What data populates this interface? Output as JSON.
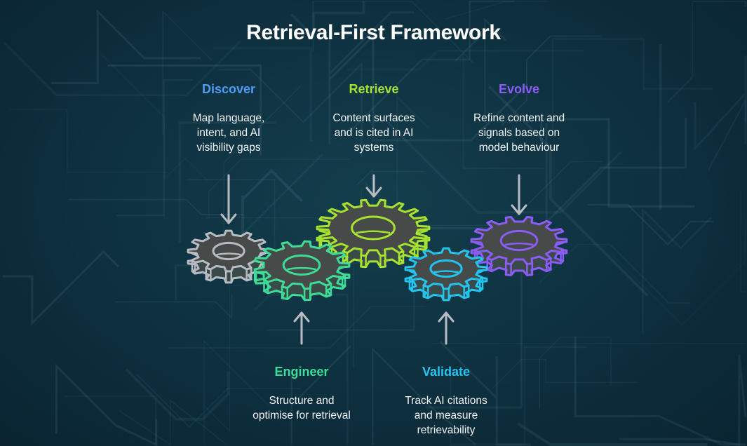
{
  "title": "Retrieval-First Framework",
  "steps": [
    {
      "name": "Discover",
      "desc": [
        "Map language,",
        "intent, and AI",
        "visibility gaps"
      ],
      "color": "#4f9cf5",
      "gear": "#b7bbc2"
    },
    {
      "name": "Engineer",
      "desc": [
        "Structure and",
        "optimise for retrieval"
      ],
      "color": "#3ddc97",
      "gear": "#3ddc97"
    },
    {
      "name": "Retrieve",
      "desc": [
        "Content surfaces",
        "and is cited in AI",
        "systems"
      ],
      "color": "#a6e22e",
      "gear": "#a6e22e"
    },
    {
      "name": "Validate",
      "desc": [
        "Track AI citations",
        "and measure",
        "retrievability"
      ],
      "color": "#22c4f0",
      "gear": "#22c4f0"
    },
    {
      "name": "Evolve",
      "desc": [
        "Refine content and",
        "signals based on",
        "model behaviour"
      ],
      "color": "#8b5cf6",
      "gear": "#8b5cf6"
    }
  ]
}
